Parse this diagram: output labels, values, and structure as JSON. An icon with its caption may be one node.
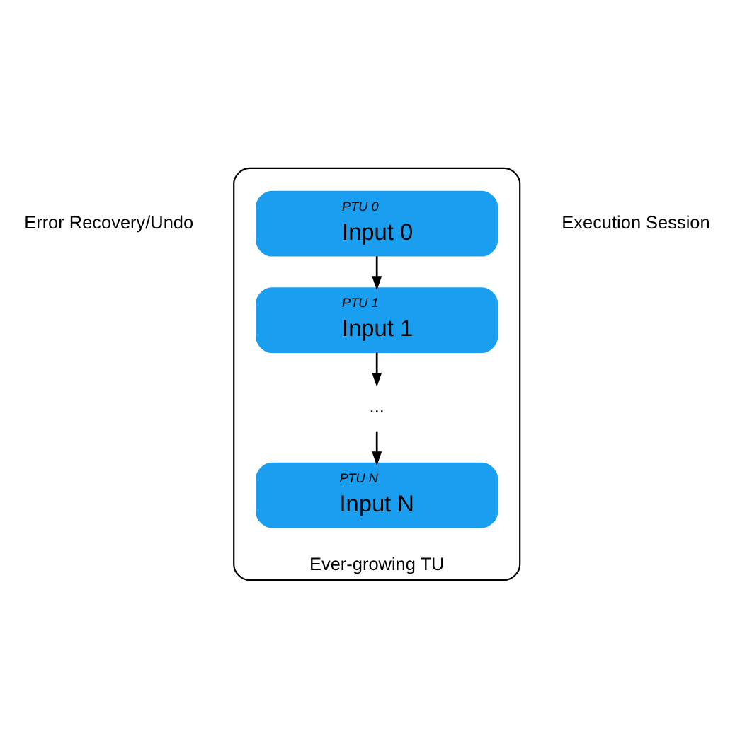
{
  "diagram": {
    "nodes": [
      {
        "text": [
          "Ever-growing TU"
        ]
      },
      {
        "text": [
          "PTU 0",
          "Input 0"
        ],
        "in": 0
      },
      {
        "text": [
          "PTU 1",
          "Input 1"
        ],
        "in": 0
      },
      {
        "text": [
          "..."
        ],
        "in": 0
      },
      {
        "text": [
          "PTU N",
          "Input N"
        ],
        "in": 0
      }
    ],
    "edges": [
      {
        "from": 1,
        "to": 2,
        "arrow": "to"
      },
      {
        "from": 2,
        "to": 3,
        "arrow": "to"
      },
      {
        "from": 3,
        "to": 4,
        "arrow": "to"
      }
    ],
    "labels": [
      "Error Recovery/Undo",
      "Execution Session"
    ]
  }
}
